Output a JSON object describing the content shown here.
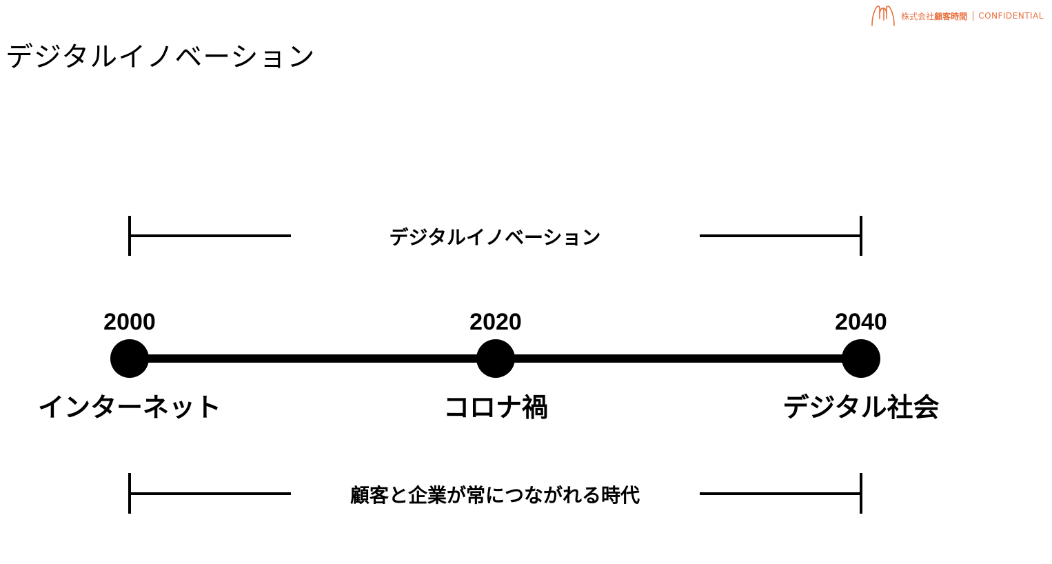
{
  "page": {
    "title": "デジタルイノベーション"
  },
  "branding": {
    "company_prefix": "株式会社",
    "company_name": "顧客時間",
    "confidential": "CONFIDENTIAL",
    "logo_icon": "hands-logo-icon",
    "accent_color": "#e8703f"
  },
  "timeline": {
    "top_range": {
      "label": "デジタルイノベーション"
    },
    "bottom_range": {
      "label": "顧客と企業が常につながれる時代"
    },
    "milestones": [
      {
        "year": "2000",
        "label": "インターネット"
      },
      {
        "year": "2020",
        "label": "コロナ禍"
      },
      {
        "year": "2040",
        "label": "デジタル社会"
      }
    ]
  }
}
